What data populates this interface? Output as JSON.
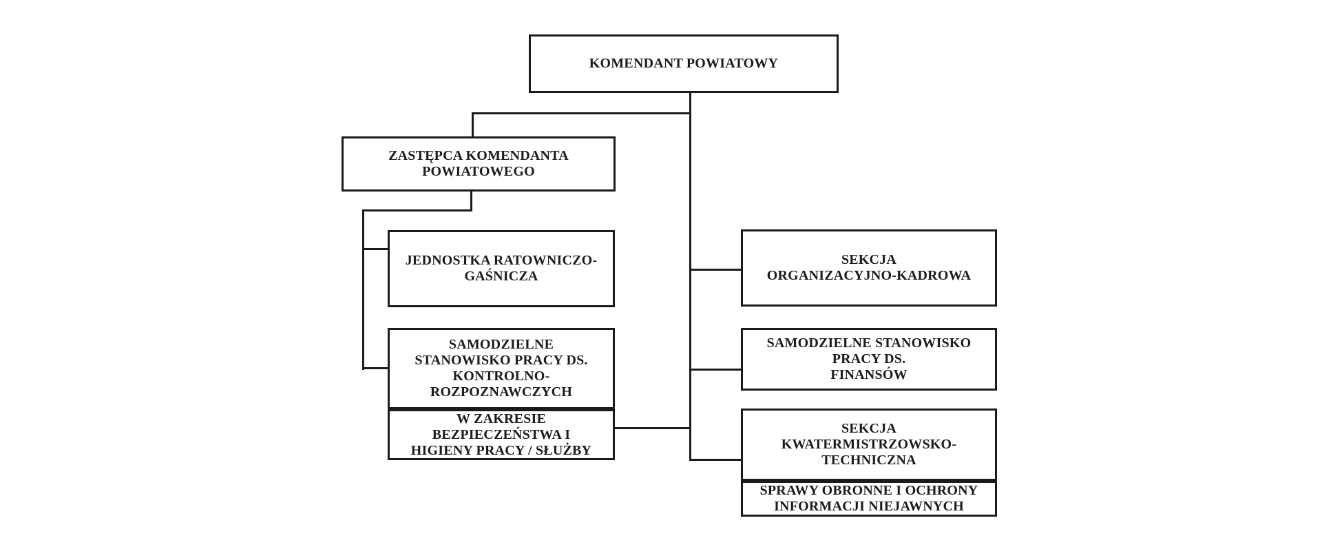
{
  "theme": {
    "background": "#ffffff",
    "ink": "#1b1b1b",
    "box_fill": "#ffffff"
  },
  "diagram": {
    "type": "org-chart",
    "language": "pl",
    "nodes": {
      "komendant": {
        "label": "KOMENDANT POWIATOWY"
      },
      "zastepca": {
        "label": "ZASTĘPCA KOMENDANTA\nPOWIATOWEGO"
      },
      "jednostka": {
        "label": "JEDNOSTKA RATOWNICZO-\nGAŚNICZA"
      },
      "samodzielne_kontrolno": {
        "label": "SAMODZIELNE\nSTANOWISKO PRACY DS.\nKONTROLNO-\nROZPOZNAWCZYCH"
      },
      "w_zakresie": {
        "label": "W ZAKRESIE\nBEZPIECZEŃSTWA I\nHIGIENY PRACY / SŁUŻBY"
      },
      "sekcja_organizacyjna": {
        "label": "SEKCJA\nORGANIZACYJNO-KADROWA"
      },
      "samodzielne_finansow": {
        "label": "SAMODZIELNE STANOWISKO\nPRACY DS.\nFINANSÓW"
      },
      "sekcja_kwatermistrzowska": {
        "label": "SEKCJA\nKWATERMISTRZOWSKO-\nTECHNICZNA"
      },
      "sprawy_obronne": {
        "label": "SPRAWY OBRONNE I OCHRONY\nINFORMACJI NIEJAWNYCH"
      }
    },
    "edges": [
      {
        "from": "komendant",
        "to": "zastepca",
        "type": "line"
      },
      {
        "from": "zastepca",
        "to": "jednostka",
        "type": "line"
      },
      {
        "from": "zastepca",
        "to": "samodzielne_kontrolno",
        "type": "line"
      },
      {
        "from": "samodzielne_kontrolno",
        "to": "w_zakresie",
        "type": "attached"
      },
      {
        "from": "komendant",
        "to": "w_zakresie",
        "type": "line"
      },
      {
        "from": "komendant",
        "to": "sekcja_organizacyjna",
        "type": "line"
      },
      {
        "from": "komendant",
        "to": "samodzielne_finansow",
        "type": "line"
      },
      {
        "from": "komendant",
        "to": "sekcja_kwatermistrzowska",
        "type": "line"
      },
      {
        "from": "sekcja_kwatermistrzowska",
        "to": "sprawy_obronne",
        "type": "attached"
      }
    ]
  }
}
